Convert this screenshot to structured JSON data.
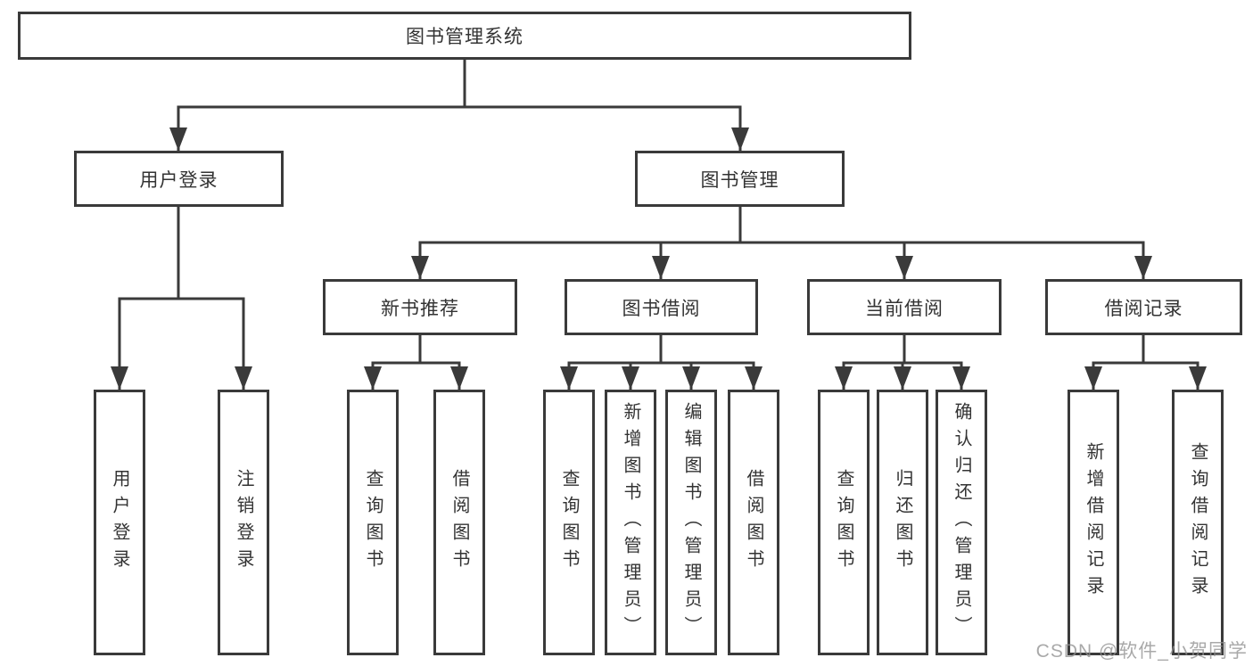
{
  "diagram": {
    "root": {
      "label": "图书管理系统"
    },
    "branches": [
      {
        "label": "用户登录",
        "children": [
          {
            "label": "用户登录"
          },
          {
            "label": "注销登录"
          }
        ]
      },
      {
        "label": "图书管理",
        "children": [
          {
            "label": "新书推荐",
            "children": [
              {
                "label": "查询图书"
              },
              {
                "label": "借阅图书"
              }
            ]
          },
          {
            "label": "图书借阅",
            "children": [
              {
                "label": "查询图书"
              },
              {
                "label": "新增图书（管理员）"
              },
              {
                "label": "编辑图书（管理员）"
              },
              {
                "label": "借阅图书"
              }
            ]
          },
          {
            "label": "当前借阅",
            "children": [
              {
                "label": "查询图书"
              },
              {
                "label": "归还图书"
              },
              {
                "label": "确认归还（管理员）"
              }
            ]
          },
          {
            "label": "借阅记录",
            "children": [
              {
                "label": "新增借阅记录"
              },
              {
                "label": "查询借阅记录"
              }
            ]
          }
        ]
      }
    ]
  },
  "watermark": {
    "text": "CSDN @软件_小贺同学"
  },
  "colors": {
    "line": "#3a3a3a",
    "box_border": "#3a3a3a",
    "box_background": "#ffffff",
    "text": "#333333",
    "watermark": "#919191",
    "background": "#ffffff"
  }
}
